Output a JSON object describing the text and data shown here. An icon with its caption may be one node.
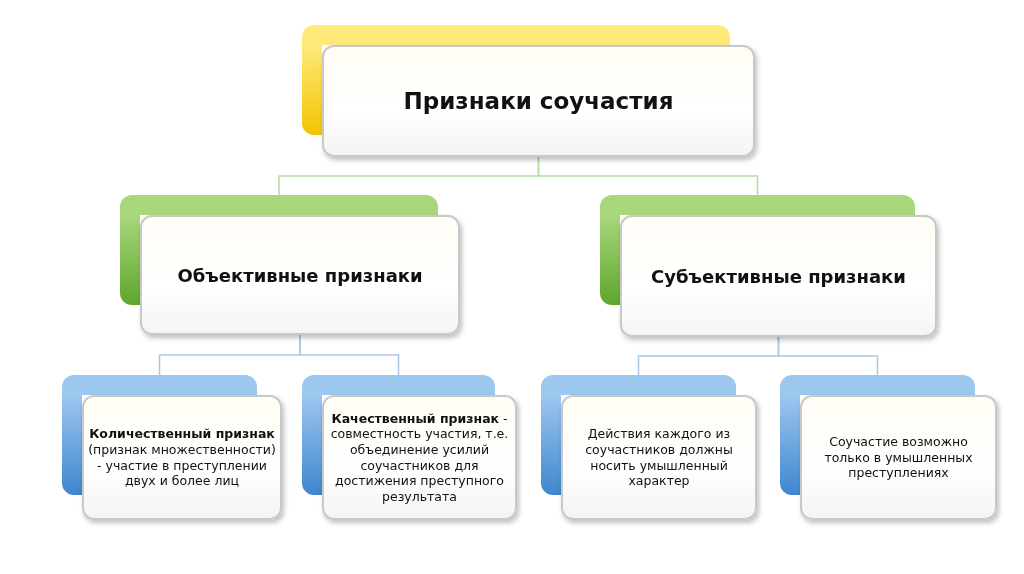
{
  "diagram": {
    "nodes": [
      {
        "text": [
          "Признаки соучастия"
        ]
      },
      {
        "text": [
          "Объективные признаки"
        ]
      },
      {
        "text": [
          "Субъективные признаки"
        ]
      },
      {
        "text": [
          "**Количественный признак** (признак множественности) - участие в преступлении двух и более лиц"
        ]
      },
      {
        "text": [
          "**Качественный признак** - совместность участия, т.е. объединение усилий соучастников для достижения преступного результата"
        ]
      },
      {
        "text": [
          "Действия каждого из соучастников должны носить умышленный характер"
        ]
      },
      {
        "text": [
          "Соучастие возможно только в умышленных преступлениях"
        ]
      }
    ],
    "edges": [
      {
        "from": 0,
        "to": 1,
        "arrow": "none",
        "color": "#b7dca0"
      },
      {
        "from": 0,
        "to": 2,
        "arrow": "none",
        "color": "#b7dca0"
      },
      {
        "from": 1,
        "to": 3,
        "arrow": "none",
        "color": "#a9c8e8"
      },
      {
        "from": 1,
        "to": 4,
        "arrow": "none",
        "color": "#a9c8e8"
      },
      {
        "from": 2,
        "to": 5,
        "arrow": "none",
        "color": "#a9c8e8"
      },
      {
        "from": 2,
        "to": 6,
        "arrow": "none",
        "color": "#a9c8e8"
      }
    ]
  }
}
